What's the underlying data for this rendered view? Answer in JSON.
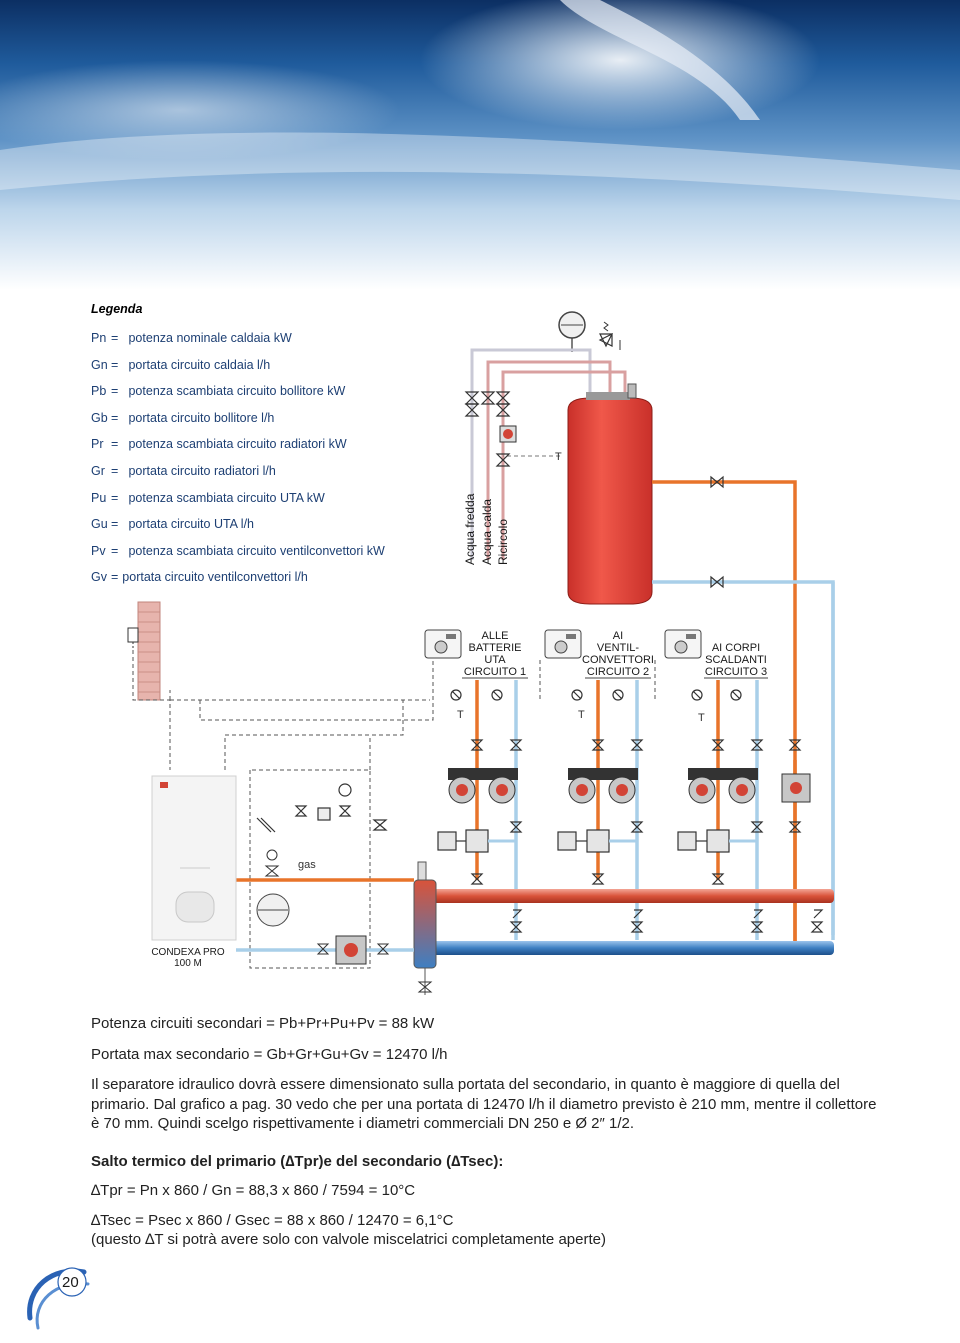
{
  "legend": {
    "title": "Legenda",
    "items": [
      {
        "sym": "Pn",
        "eq": "=",
        "text": "potenza nominale caldaia kW"
      },
      {
        "sym": "Gn",
        "eq": "=",
        "text": "portata circuito caldaia l/h"
      },
      {
        "sym": "Pb",
        "eq": "=",
        "text": "potenza scambiata circuito bollitore kW"
      },
      {
        "sym": "Gb",
        "eq": "=",
        "text": "portata circuito bollitore l/h"
      },
      {
        "sym": "Pr",
        "eq": "=",
        "text": "potenza scambiata circuito radiatori kW"
      },
      {
        "sym": "Gr",
        "eq": "=",
        "text": "portata circuito radiatori l/h"
      },
      {
        "sym": "Pu",
        "eq": "=",
        "text": "potenza scambiata circuito UTA kW"
      },
      {
        "sym": "Gu",
        "eq": "=",
        "text": "portata circuito UTA l/h"
      },
      {
        "sym": "Pv",
        "eq": "=",
        "text": "potenza scambiata circuito ventilconvettori kW"
      },
      {
        "sym": "Gv",
        "eq": "=",
        "text": "portata circuito ventilconvettori l/h"
      }
    ]
  },
  "diagram": {
    "dhw_labels": [
      "Acqua fredda",
      "Acqua calda",
      "Ricircolo"
    ],
    "tank_sensor": "T",
    "circuit1": [
      "ALLE",
      "BATTERIE",
      "UTA",
      "CIRCUITO 1"
    ],
    "circuit2": [
      "AI",
      "VENTIL-",
      "CONVETTORI",
      "CIRCUITO 2"
    ],
    "circuit3": [
      "AI CORPI",
      "SCALDANTI",
      "CIRCUITO 3"
    ],
    "sensor_label": "T",
    "gas_label": "gas",
    "boiler_name": [
      "CONDEXA PRO",
      "100 M"
    ]
  },
  "text": {
    "formula1": "Potenza circuiti secondari = Pb+Pr+Pu+Pv = 88 kW",
    "formula2": "Portata max secondario = Gb+Gr+Gu+Gv = 12470 l/h",
    "paragraph": "Il separatore idraulico dovrà essere dimensionato sulla portata del secondario, in quanto è maggiore di quella del primario. Dal grafico a pag. 30 vedo che per una portata di 12470 l/h il diametro previsto è 210 mm, mentre il collettore è 70 mm. Quindi scelgo rispettivamente i diametri commerciali DN 250 e Ø 2″ 1/2.",
    "heading": "Salto termico del primario (∆Tpr)e del secondario (∆Tsec):",
    "line1": "∆Tpr = Pn x 860 / Gn = 88,3 x 860 / 7594 = 10°C",
    "line2": "∆Tsec = Psec x 860 / Gsec = 88 x 860 / 12470 = 6,1°C",
    "line3": "(questo ∆T si potrà avere solo con valvole miscelatrici completamente aperte)"
  },
  "page_number": "20",
  "colors": {
    "hot": "#e8742a",
    "cold": "#a9cfe9",
    "tank": "#e6453a",
    "header_hot": "#d9533a",
    "header_cold": "#3e7fc2",
    "wire": "#555555"
  }
}
